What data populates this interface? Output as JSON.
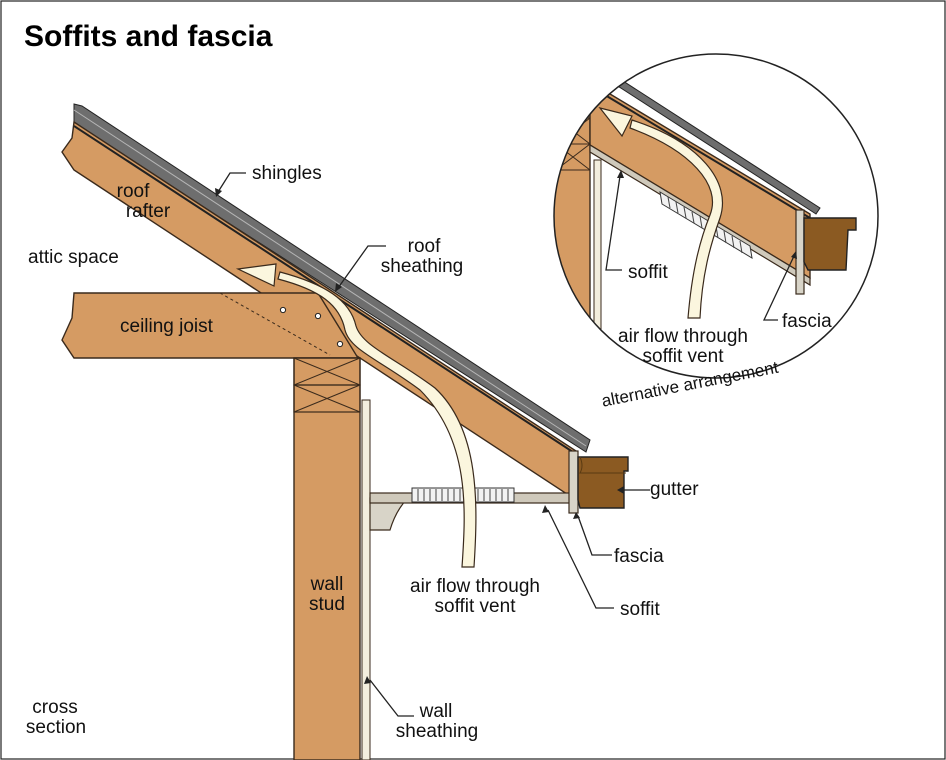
{
  "title": "Soffits and fascia",
  "labels": {
    "shingles": "shingles",
    "roof_rafter_1": "roof",
    "roof_rafter_2": "rafter",
    "attic_space": "attic space",
    "roof_sheathing_1": "roof",
    "roof_sheathing_2": "sheathing",
    "ceiling_joist": "ceiling joist",
    "gutter": "gutter",
    "fascia": "fascia",
    "soffit": "soffit",
    "air_flow_1": "air flow through",
    "air_flow_2": "soffit vent",
    "wall_stud_1": "wall",
    "wall_stud_2": "stud",
    "wall_sheathing_1": "wall",
    "wall_sheathing_2": "sheathing",
    "cross_section_1": "cross",
    "cross_section_2": "section"
  },
  "inset": {
    "soffit": "soffit",
    "fascia": "fascia",
    "air_flow_1": "air flow through",
    "air_flow_2": "soffit vent",
    "caption": "alternative arrangement"
  },
  "colors": {
    "wood": "#D59B63",
    "wood_edge": "#3a2a1c",
    "gutter": "#8B5A22",
    "shingle": "#6e6e6e",
    "trim": "#d8d4c8",
    "vent": "#eeeeee",
    "air": "#FBF6DE"
  }
}
